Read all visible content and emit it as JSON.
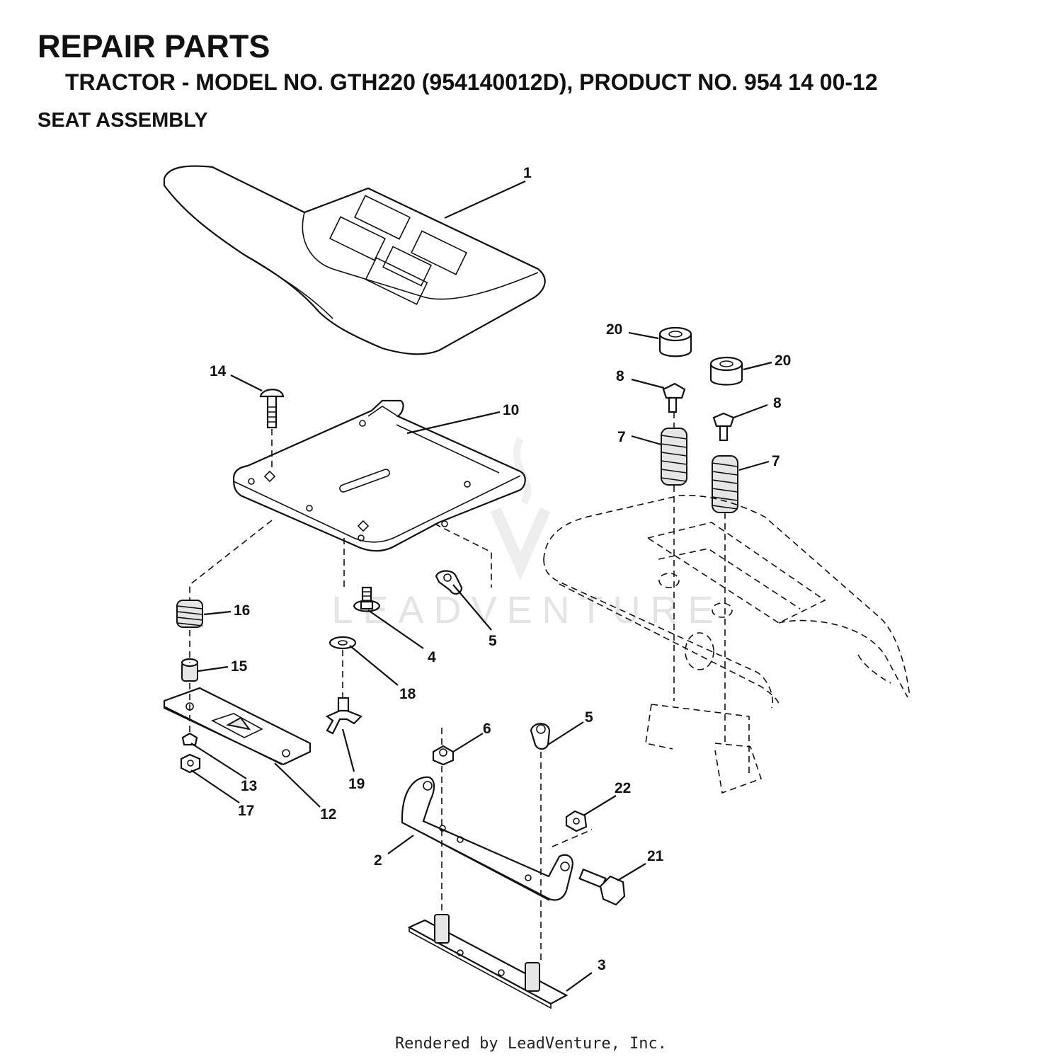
{
  "header": {
    "title": "REPAIR PARTS",
    "subtitle": "TRACTOR - MODEL NO. GTH220 (954140012D), PRODUCT NO. 954 14 00-12",
    "section": "SEAT ASSEMBLY"
  },
  "footer": {
    "text": "Rendered by LeadVenture, Inc."
  },
  "watermark": {
    "text": "LEADVENTURE"
  },
  "callouts": {
    "c1": "1",
    "c2": "2",
    "c3": "3",
    "c4": "4",
    "c5a": "5",
    "c5b": "5",
    "c6": "6",
    "c7a": "7",
    "c7b": "7",
    "c8a": "8",
    "c8b": "8",
    "c10": "10",
    "c12": "12",
    "c13": "13",
    "c14": "14",
    "c15": "15",
    "c16": "16",
    "c17": "17",
    "c18": "18",
    "c19": "19",
    "c20a": "20",
    "c20b": "20",
    "c21": "21",
    "c22": "22"
  }
}
